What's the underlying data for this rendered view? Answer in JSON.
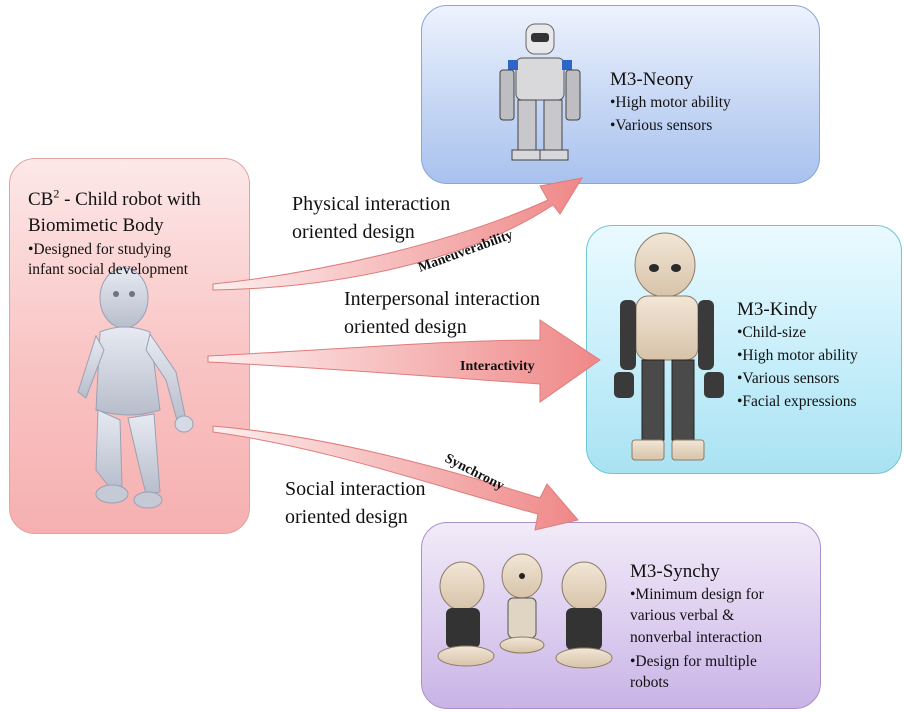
{
  "cb2": {
    "title_prefix": "CB",
    "title_superscript": "2",
    "title_line1_rest": " - Child robot with",
    "title_line2": "Biomimetic Body",
    "bullets": [
      "•Designed for studying",
      "infant social development"
    ]
  },
  "neony": {
    "title": "M3-Neony",
    "bullets": [
      "•High motor ability",
      "•Various sensors"
    ]
  },
  "kindy": {
    "title": "M3-Kindy",
    "bullets": [
      "•Child-size",
      "•High motor ability",
      "•Various sensors",
      "•Facial expressions"
    ]
  },
  "synchy": {
    "title": "M3-Synchy",
    "bullets": [
      "•Minimum design for",
      "various verbal &",
      "nonverbal interaction",
      "•Design for multiple",
      "robots"
    ]
  },
  "arrows": [
    {
      "label": "Maneuverability",
      "design_lines": [
        "Physical interaction",
        "oriented design"
      ]
    },
    {
      "label": "Interactivity",
      "design_lines": [
        "Interpersonal interaction",
        "oriented design"
      ]
    },
    {
      "label": "Synchrony",
      "design_lines": [
        "Social interaction",
        "oriented design"
      ]
    }
  ],
  "colors": {
    "arrow_fill_light": "#fbe3e3",
    "arrow_fill_dark": "#ef8c8c",
    "arrow_stroke": "#e07b7b"
  }
}
